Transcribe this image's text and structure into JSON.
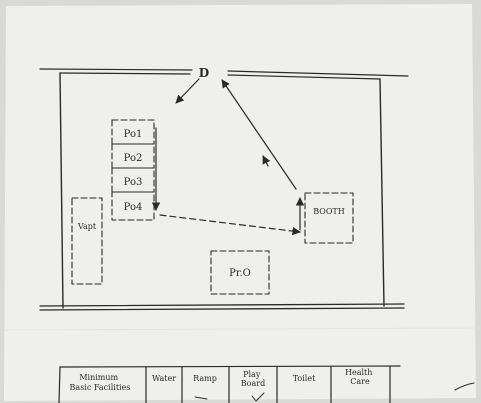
{
  "diagram": {
    "door_label": "D",
    "polling_booths": [
      {
        "id": "po1",
        "label": "Po1"
      },
      {
        "id": "po2",
        "label": "Po2"
      },
      {
        "id": "po3",
        "label": "Po3"
      },
      {
        "id": "po4",
        "label": "Po4"
      }
    ],
    "booth_label": "BOOTH",
    "side_box_label": "Vapt",
    "pro_label": "Pr.O"
  },
  "table": {
    "headers": [
      "Minimum Basic Facilities",
      "Water",
      "Ramp",
      "Play Board",
      "Toilet",
      "Health Care"
    ]
  },
  "colors": {
    "paper": "#efefed",
    "ink": "#2a2a2a",
    "background": "#d9d9d7"
  }
}
